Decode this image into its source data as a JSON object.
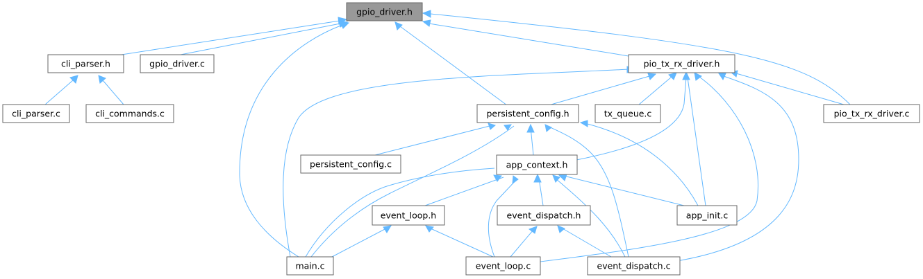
{
  "graph": {
    "nodes": {
      "gpio_driver_h": "gpio_driver.h",
      "cli_parser_h": "cli_parser.h",
      "gpio_driver_c": "gpio_driver.c",
      "pio_tx_rx_driver_h": "pio_tx_rx_driver.h",
      "cli_parser_c": "cli_parser.c",
      "cli_commands_c": "cli_commands.c",
      "persistent_config_h": "persistent_config.h",
      "tx_queue_c": "tx_queue.c",
      "pio_tx_rx_driver_c": "pio_tx_rx_driver.c",
      "persistent_config_c": "persistent_config.c",
      "app_context_h": "app_context.h",
      "event_loop_h": "event_loop.h",
      "event_dispatch_h": "event_dispatch.h",
      "app_init_c": "app_init.c",
      "main_c": "main.c",
      "event_loop_c": "event_loop.c",
      "event_dispatch_c": "event_dispatch.c"
    },
    "colors": {
      "edge": "#63b8ff",
      "root_fill": "#999999",
      "node_border": "#666666"
    }
  }
}
